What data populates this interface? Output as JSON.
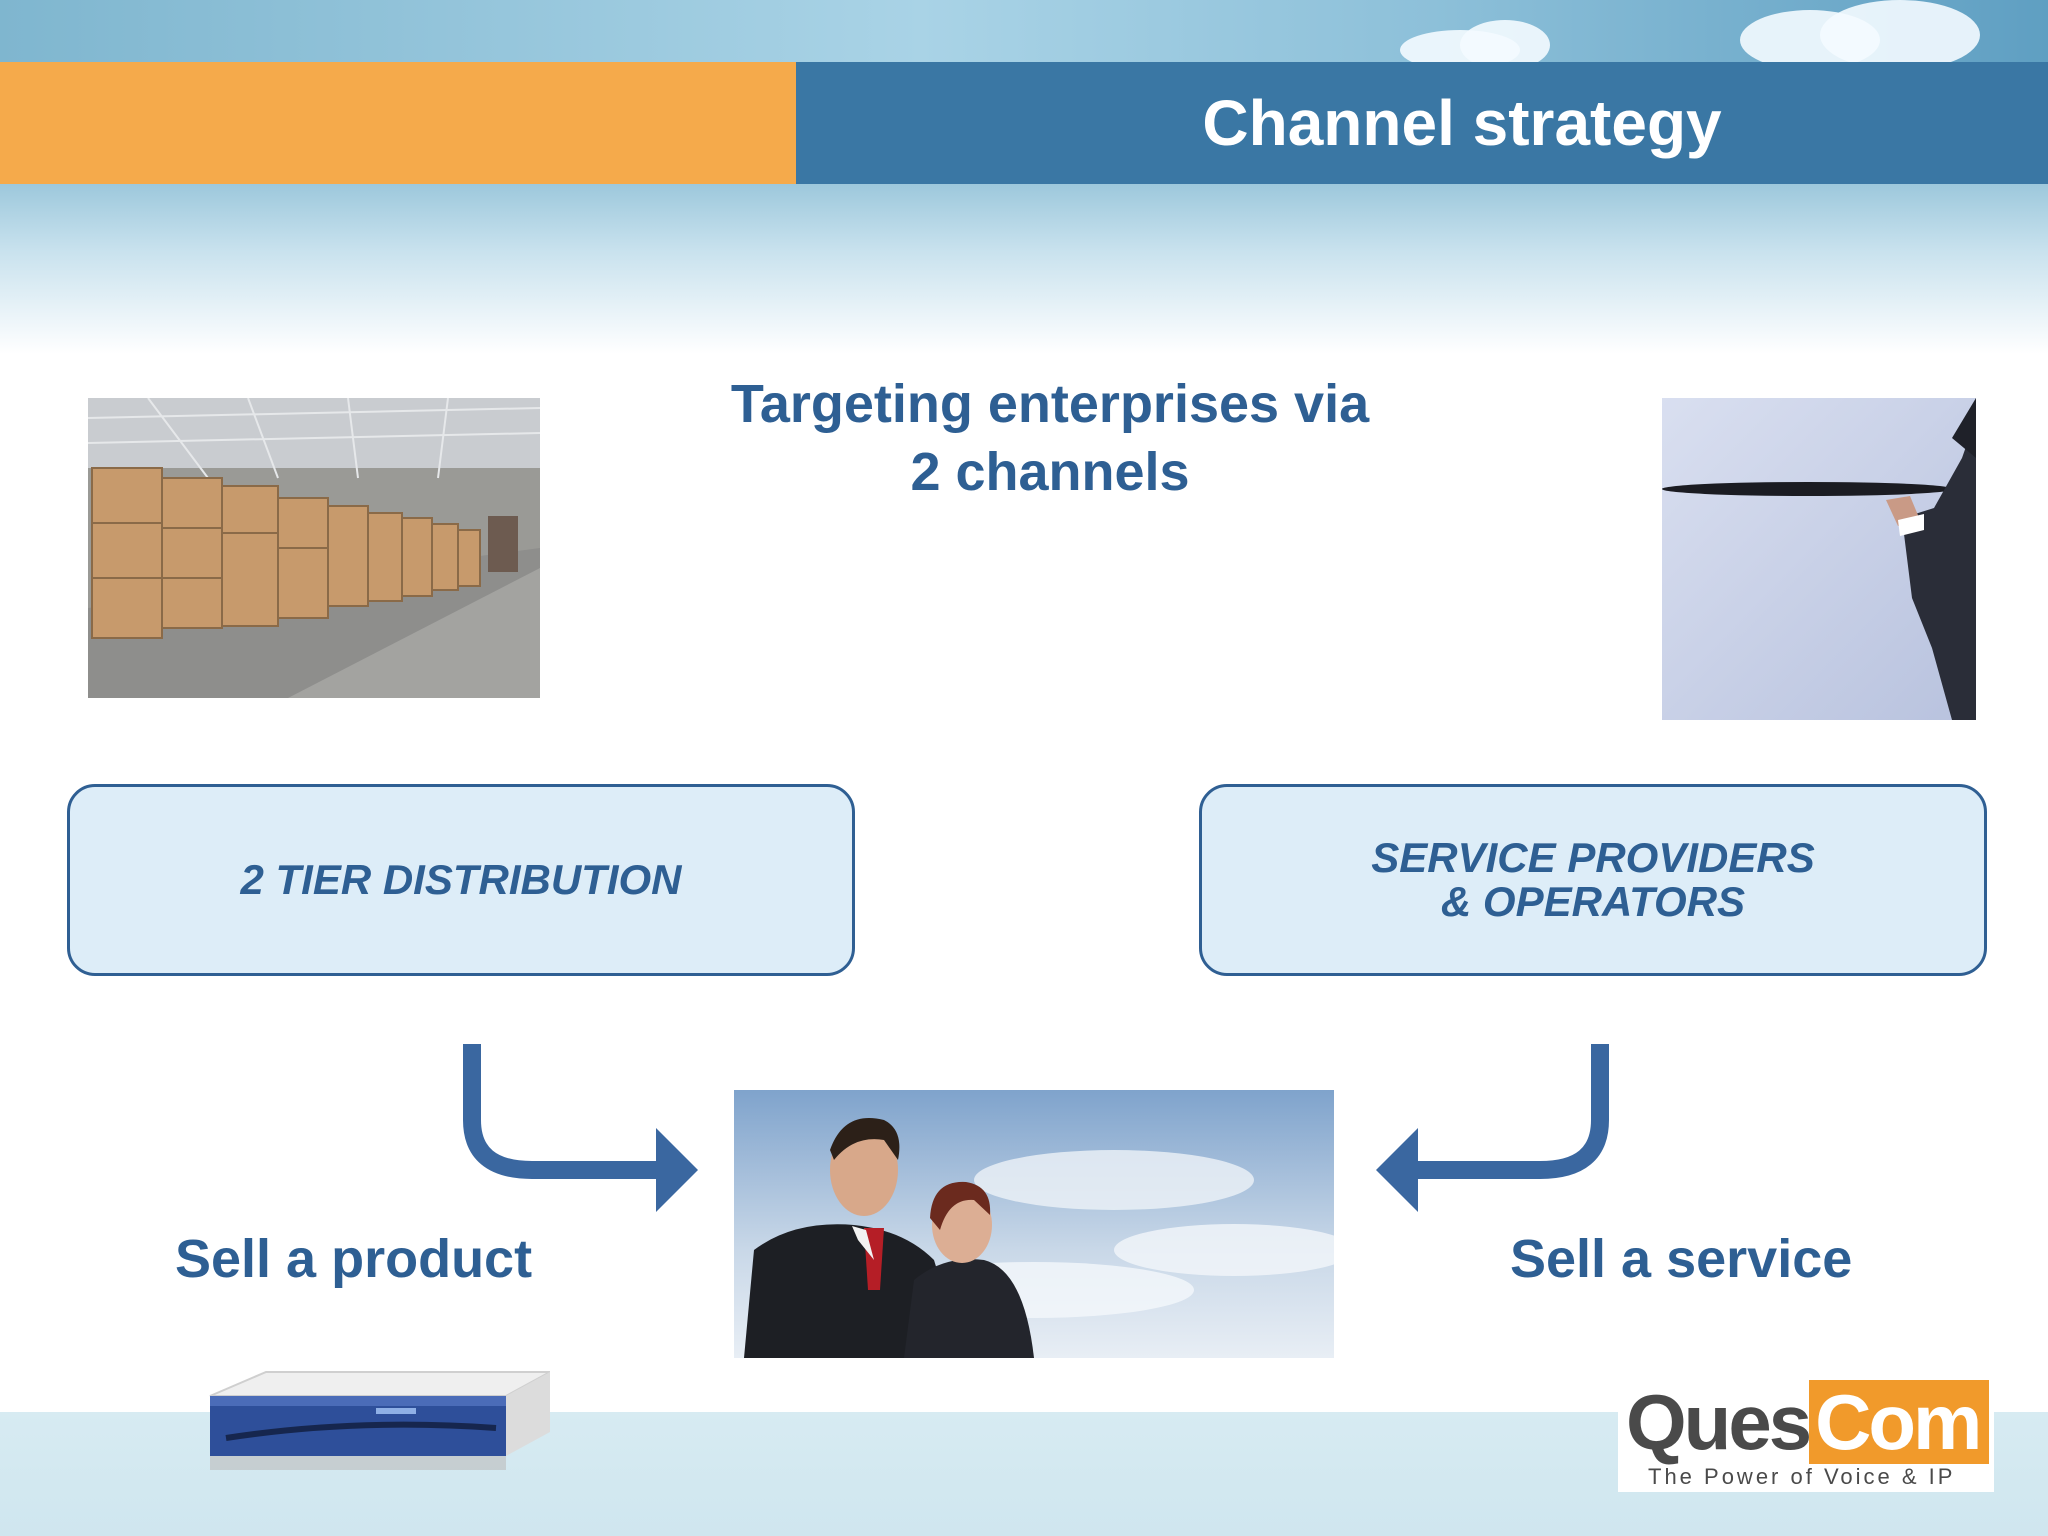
{
  "slide": {
    "title": "Channel strategy",
    "subtitle_line1": "Targeting enterprises via",
    "subtitle_line2": "2 channels"
  },
  "channels": [
    {
      "lines": [
        "2 TIER DISTRIBUTION"
      ],
      "action": "Sell a product"
    },
    {
      "lines": [
        "SERVICE PROVIDERS",
        "& OPERATORS"
      ],
      "action": "Sell a service"
    }
  ],
  "logo": {
    "name_part1": "Ques",
    "name_part2": "Com",
    "tagline": "The Power of Voice & IP"
  },
  "colors": {
    "header_orange": "#f5aa4b",
    "header_blue": "#3a77a4",
    "text_blue": "#2e5f93",
    "box_fill": "#ddedf8",
    "logo_orange": "#f19a2b"
  }
}
